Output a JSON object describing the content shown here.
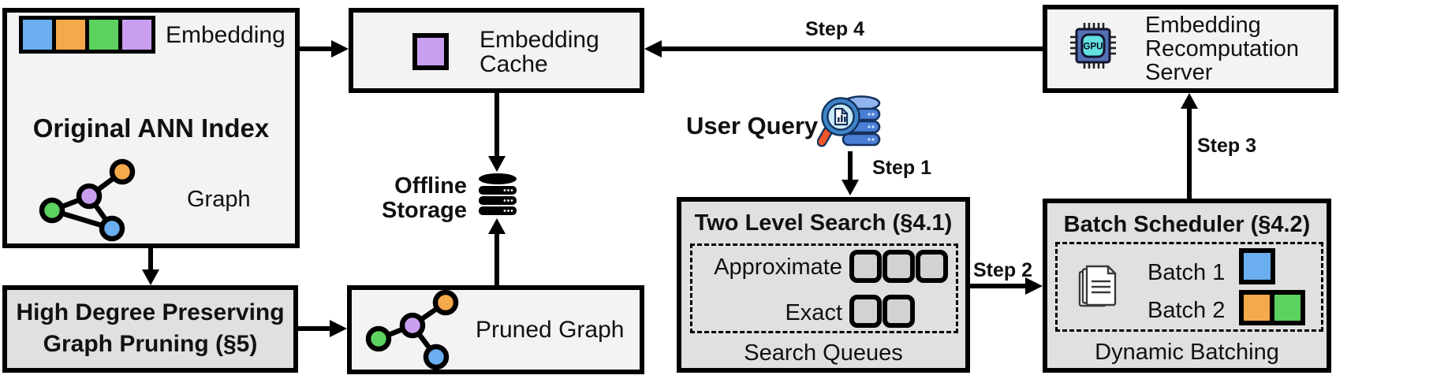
{
  "colors": {
    "blue": "#6aaef0",
    "orange": "#f6a94b",
    "green": "#5cd15f",
    "purple": "#c99ef0",
    "box_light": "#f3f3f3",
    "box_gray": "#e0e0e0",
    "queue_fill": "#d2d2d2",
    "chip_body": "#5470b4",
    "chip_core": "#62e1e0",
    "db_blue": "#4a7fd6",
    "db_blue_light": "#8fb4ee",
    "ring_blue": "#3f86c9",
    "lens_fill": "#c9eaf8",
    "handle_orange": "#f0552c"
  },
  "original_ann_index": {
    "title": "Original ANN Index",
    "embedding_label": "Embedding",
    "graph_label": "Graph",
    "embedding_cells": [
      "blue",
      "orange",
      "green",
      "purple"
    ]
  },
  "graph_pruning": {
    "line1": "High Degree Preserving",
    "line2": "Graph Pruning (§5)"
  },
  "embedding_cache": {
    "line1": "Embedding",
    "line2": "Cache"
  },
  "offline_storage": {
    "line1": "Offline",
    "line2": "Storage"
  },
  "pruned_graph": {
    "label": "Pruned Graph"
  },
  "user_query": {
    "label": "User Query"
  },
  "two_level_search": {
    "title": "Two Level Search (§4.1)",
    "approximate_label": "Approximate",
    "exact_label": "Exact",
    "caption": "Search Queues",
    "approximate_queue_count": 3,
    "exact_queue_count": 2
  },
  "batch_scheduler": {
    "title": "Batch Scheduler (§4.2)",
    "batch1_label": "Batch 1",
    "batch2_label": "Batch 2",
    "caption": "Dynamic Batching",
    "batch1_cells": [
      "blue"
    ],
    "batch2_cells": [
      "orange",
      "green"
    ]
  },
  "recomputation_server": {
    "line1": "Embedding",
    "line2": "Recomputation",
    "line3": "Server",
    "chip_label": "GPU"
  },
  "steps": {
    "step1": "Step 1",
    "step2": "Step 2",
    "step3": "Step 3",
    "step4": "Step 4"
  }
}
